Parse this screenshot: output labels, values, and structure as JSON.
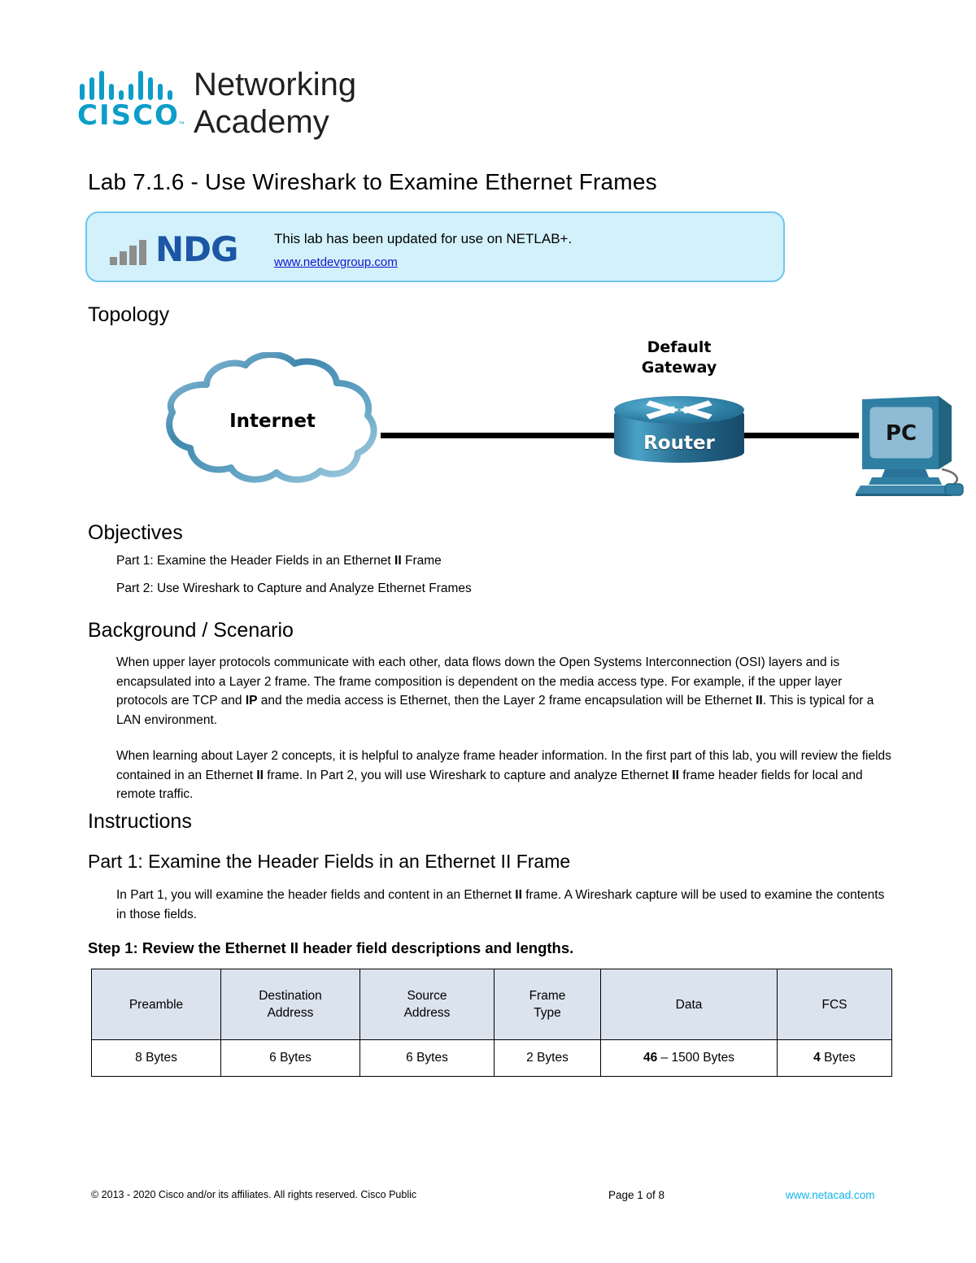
{
  "logo": {
    "cisco_wordmark": "CISCO",
    "trademark": "™",
    "brand_line1": "Networking",
    "brand_line2": "Academy",
    "bridge_icon": "cisco-bridge-icon",
    "accent_color": "#0d9dc9"
  },
  "title": "Lab 7.1.6 - Use Wireshark to Examine Ethernet Frames",
  "ndg_banner": {
    "logo_text": "NDG",
    "logo_bars_icon": "bar-chart-icon",
    "message": "This lab has been updated for use on NETLAB+.",
    "link_text": "www.netdevgroup.com",
    "background_color": "#d3f1fb",
    "border_color": "#6ec6ef",
    "link_color": "#1515cd",
    "logo_color": "#1c56a5"
  },
  "sections": {
    "topology_heading": "Topology",
    "objectives_heading": "Objectives",
    "background_heading": "Background / Scenario",
    "instructions_heading": "Instructions",
    "part1_heading": "Part 1: Examine the Header Fields in an Ethernet II Frame",
    "step1_heading": "Step 1: Review the Ethernet II header field descriptions and lengths."
  },
  "topology": {
    "cloud_label": "Internet",
    "gateway_label_line1": "Default",
    "gateway_label_line2": "Gateway",
    "router_label": "Router",
    "pc_label": "PC",
    "cloud_icon": "internet-cloud-icon",
    "router_icon": "router-icon",
    "pc_icon": "desktop-pc-icon"
  },
  "objectives": [
    "Part 1: Examine the Header Fields in an Ethernet II Frame",
    "Part 2: Use Wireshark to Capture and Analyze Ethernet Frames"
  ],
  "background_paragraphs": [
    "When upper layer protocols communicate with each other, data flows down the Open Systems Interconnection (OSI) layers and is encapsulated into a Layer 2 frame. The frame composition is dependent on the media access type. For example, if the upper layer protocols are TCP and IP and the media access is Ethernet, then the Layer 2 frame encapsulation will be Ethernet II. This is typical for a LAN environment.",
    "When learning about Layer 2 concepts, it is helpful to analyze frame header information. In the first part of this lab, you will review the fields contained in an Ethernet II frame. In Part 2, you will use Wireshark to capture and analyze Ethernet II frame header fields for local and remote traffic."
  ],
  "part1_intro": "In Part 1, you will examine the header fields and content in an Ethernet II frame. A Wireshark capture will be used to examine the contents in those fields.",
  "frame_table": {
    "headers": [
      "Preamble",
      "Destination Address",
      "Source Address",
      "Frame Type",
      "Data",
      "FCS"
    ],
    "headers_wrapped": [
      [
        "Preamble"
      ],
      [
        "Destination",
        "Address"
      ],
      [
        "Source",
        "Address"
      ],
      [
        "Frame",
        "Type"
      ],
      [
        "Data"
      ],
      [
        "FCS"
      ]
    ],
    "values": [
      "8 Bytes",
      "6 Bytes",
      "6 Bytes",
      "2 Bytes",
      "46 – 1500 Bytes",
      "4 Bytes"
    ],
    "header_bg": "#dbe3ee"
  },
  "footer": {
    "copyright": "© 2013 - 2020 Cisco and/or its affiliates. All rights reserved. Cisco Public",
    "page": "Page 1 of 8",
    "url": "www.netacad.com",
    "url_color": "#13b5ea"
  }
}
